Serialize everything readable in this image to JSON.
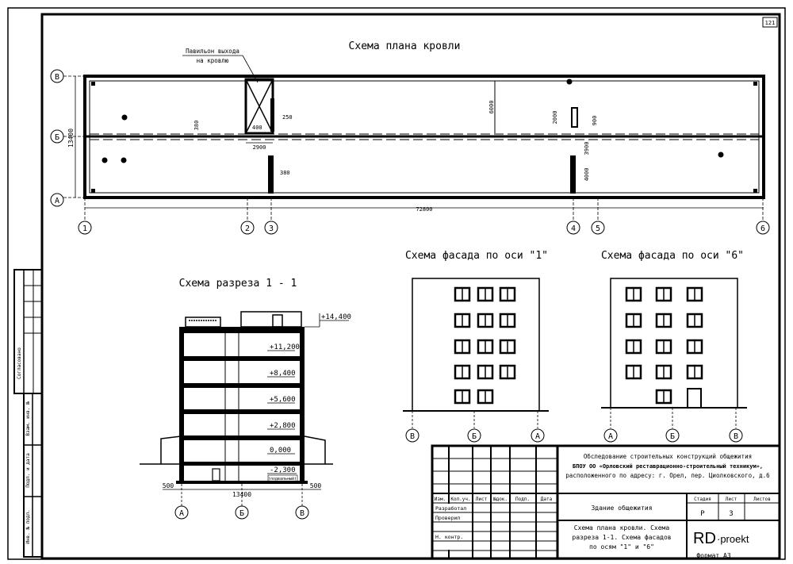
{
  "sheet": {
    "sheet_number": "121",
    "format": "Формат А3"
  },
  "roof_plan": {
    "title": "Схема плана кровли",
    "note_line1": "Павильон выхода",
    "note_line2": "на кровлю",
    "dims": {
      "total_length": "72800",
      "total_width": "13400",
      "d380_a": "380",
      "d250": "250",
      "d400": "400",
      "d2900": "2900",
      "d380_b": "380",
      "d6000": "6000",
      "d2000": "2000",
      "d900": "900",
      "d3900": "3900",
      "d4000": "4000"
    },
    "axes_rows": [
      "В",
      "Б",
      "А"
    ],
    "axes_cols": [
      "1",
      "2",
      "3",
      "4",
      "5",
      "6"
    ]
  },
  "section": {
    "title": "Схема разреза 1 - 1",
    "levels": [
      "+14,400",
      "+11,200",
      "+8,400",
      "+5,600",
      "+2,800",
      "0,000",
      "-2,300"
    ],
    "basement_label": "(подвальный)",
    "dim_left": "500",
    "dim_mid": "13400",
    "dim_right": "500",
    "axes": [
      "А",
      "Б",
      "В"
    ]
  },
  "facade1": {
    "title": "Схема фасада по оси \"1\"",
    "axes": [
      "В",
      "Б",
      "А"
    ]
  },
  "facade6": {
    "title": "Схема фасада по оси \"6\"",
    "axes": [
      "А",
      "Б",
      "В"
    ]
  },
  "stamp": {
    "row_labels": [
      "Изм.",
      "Кол.уч.",
      "Лист",
      "№док.",
      "Подп.",
      "Дата"
    ],
    "roles": [
      "Разработал",
      "Проверил",
      "",
      "Н. контр."
    ],
    "project_line1": "Обследование строительных конструкций общежития",
    "project_line2": "БПОУ ОО «Орловский реставрационно-строительный техникум»,",
    "project_line3": "расположенного по адресу: г. Орел, пер. Циолковского, д.6",
    "building": "Здание общежития",
    "col_stage": "Стадия",
    "col_sheet": "Лист",
    "col_sheets": "Листов",
    "stage": "Р",
    "sheet": "3",
    "sheets": "",
    "drawing_line1": "Схема плана кровли. Схема",
    "drawing_line2": "разреза 1-1. Схема фасадов",
    "drawing_line3": "по осям \"1\" и \"6\"",
    "logo_rd": "RD",
    "logo_rest": "·proekt"
  },
  "side_stamp": {
    "labels": [
      "Согласовано",
      "Взам. инв. №",
      "Подп. и дата",
      "Инв. № подл."
    ]
  }
}
